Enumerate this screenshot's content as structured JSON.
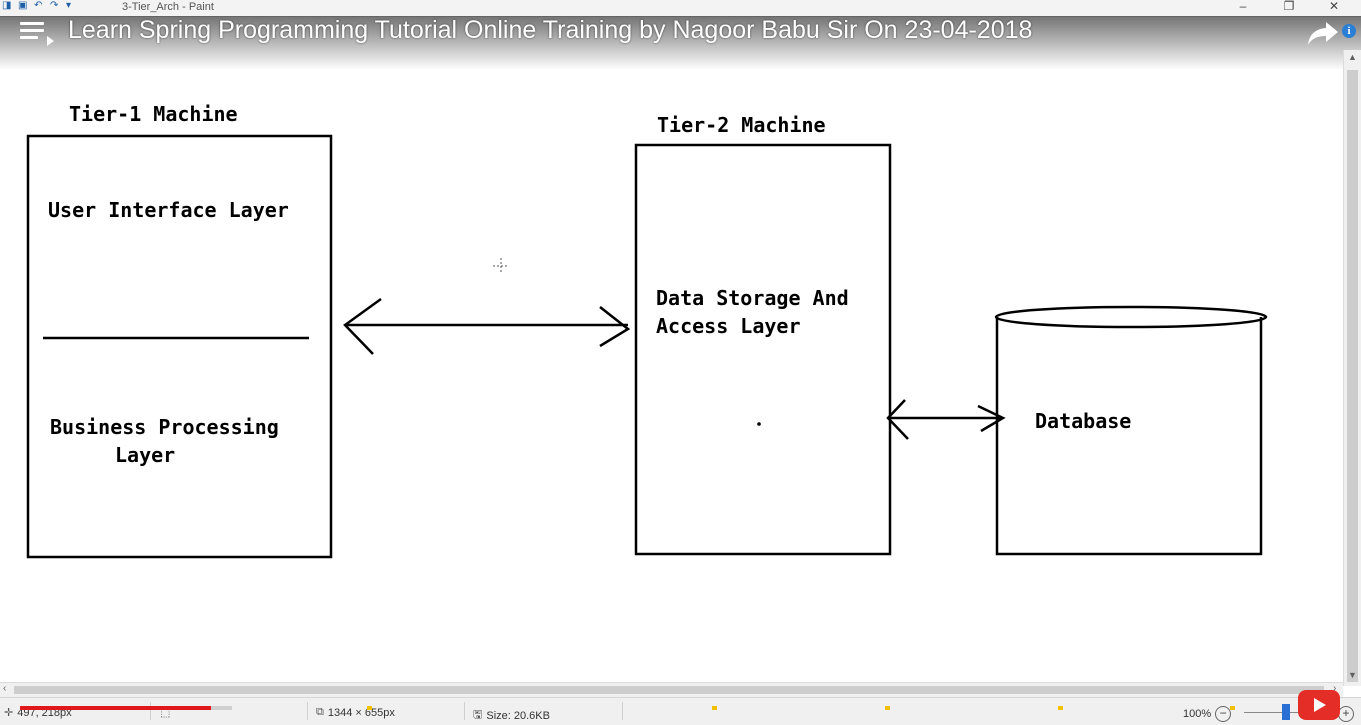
{
  "paint": {
    "document_title": "3-Tier_Arch - Paint",
    "window_controls": {
      "minimize": "–",
      "restore": "❐",
      "close": "✕"
    }
  },
  "youtube": {
    "video_title": "Learn Spring Programming Tutorial Online Training by Nagoor Babu Sir On 23-04-2018",
    "info_label": "i",
    "progress_fraction": 0.9,
    "accent_color": "#e0181b"
  },
  "diagram": {
    "tier1_title": "Tier-1 Machine",
    "tier2_title": "Tier-2 Machine",
    "ui_layer": "User Interface Layer",
    "business_layer_line1": "Business Processing",
    "business_layer_line2": "Layer",
    "data_layer_line1": "Data Storage And",
    "data_layer_line2": "Access Layer",
    "database_label": "Database"
  },
  "statusbar": {
    "cursor_position": "497, 218px",
    "image_dimensions": "1344 × 655px",
    "file_size": "Size: 20.6KB",
    "zoom": "100%",
    "zoom_out": "−",
    "zoom_in": "+"
  }
}
